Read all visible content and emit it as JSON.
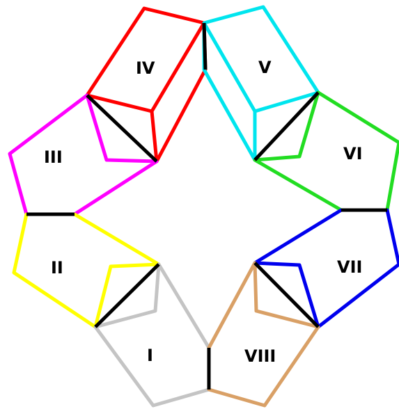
{
  "diagram": {
    "regions": [
      {
        "id": "I",
        "label": "I",
        "color": "#c4c4c4"
      },
      {
        "id": "II",
        "label": "II",
        "color": "#ffff00"
      },
      {
        "id": "III",
        "label": "III",
        "color": "#ff00ff"
      },
      {
        "id": "IV",
        "label": "IV",
        "color": "#ff0000"
      },
      {
        "id": "V",
        "label": "V",
        "color": "#00e5ee"
      },
      {
        "id": "VI",
        "label": "VI",
        "color": "#22dd22"
      },
      {
        "id": "VII",
        "label": "VII",
        "color": "#0000ee"
      },
      {
        "id": "VIII",
        "label": "VIII",
        "color": "#d9a066"
      }
    ],
    "shared_edge_color": "#000000"
  }
}
